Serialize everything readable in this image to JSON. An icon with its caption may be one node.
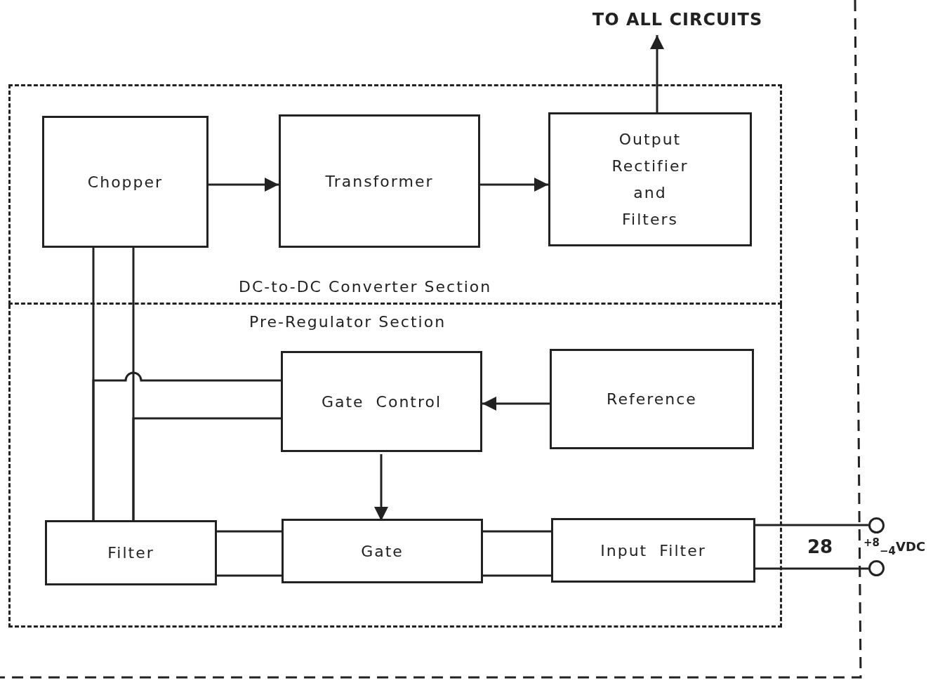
{
  "diagram": {
    "nodes": [
      {
        "text": [
          "DC-to-DC Converter Section"
        ]
      },
      {
        "text": [
          "Chopper"
        ],
        "in": 0
      },
      {
        "text": [
          "Transformer"
        ],
        "in": 0
      },
      {
        "text": [
          "Output Rectifier and Filters"
        ],
        "in": 0
      },
      {
        "text": [
          "Pre-Regulator Section"
        ]
      },
      {
        "text": [
          "Gate Control"
        ],
        "in": 4
      },
      {
        "text": [
          "Reference"
        ],
        "in": 4
      },
      {
        "text": [
          "Filter"
        ],
        "in": 4
      },
      {
        "text": [
          "Gate"
        ],
        "in": 4
      },
      {
        "text": [
          "Input Filter"
        ],
        "in": 4
      },
      {
        "text": [
          "TO ALL CIRCUITS"
        ]
      },
      {
        "text": [],
        "shape": "circle"
      },
      {
        "text": [],
        "shape": "circle"
      }
    ],
    "edges": [
      {
        "from": 1,
        "to": 2,
        "arrow": "to"
      },
      {
        "from": 2,
        "to": 3,
        "arrow": "to"
      },
      {
        "from": 3,
        "to": 10,
        "arrow": "to"
      },
      {
        "from": 1,
        "to": 7,
        "arrow": "none"
      },
      {
        "from": 1,
        "to": 7,
        "arrow": "none"
      },
      {
        "from": 7,
        "to": 5,
        "arrow": "none"
      },
      {
        "from": 7,
        "to": 5,
        "arrow": "none"
      },
      {
        "from": 6,
        "to": 5,
        "arrow": "to"
      },
      {
        "from": 5,
        "to": 8,
        "arrow": "to"
      },
      {
        "from": 7,
        "to": 8,
        "arrow": "none"
      },
      {
        "from": 7,
        "to": 8,
        "arrow": "none"
      },
      {
        "from": 8,
        "to": 9,
        "arrow": "none"
      },
      {
        "from": 8,
        "to": 9,
        "arrow": "none"
      },
      {
        "from": 9,
        "to": 11,
        "arrow": "none"
      },
      {
        "from": 9,
        "to": 12,
        "arrow": "none"
      }
    ],
    "labels": [
      "28",
      "$^{+8}$$_{−4}$VDC"
    ]
  }
}
